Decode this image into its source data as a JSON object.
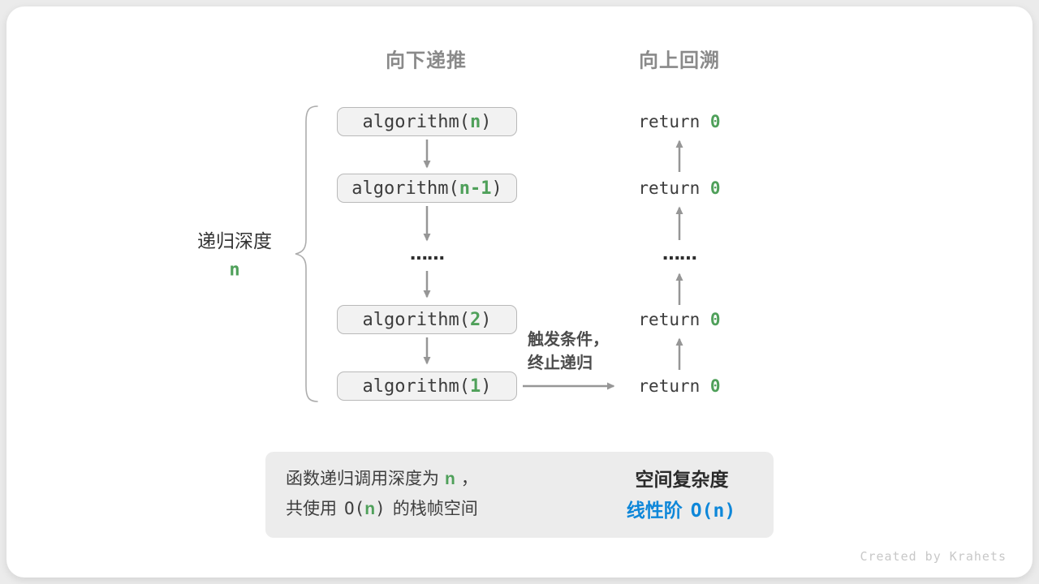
{
  "headers": {
    "down": "向下递推",
    "up": "向上回溯"
  },
  "depth_label": {
    "text": "递归深度",
    "var": "n"
  },
  "left_column": [
    {
      "prefix": "algorithm(",
      "arg": "n",
      "suffix": ")"
    },
    {
      "prefix": "algorithm(",
      "arg": "n-1",
      "suffix": ")"
    },
    {
      "dots": "⋯⋯"
    },
    {
      "prefix": "algorithm(",
      "arg": "2",
      "suffix": ")"
    },
    {
      "prefix": "algorithm(",
      "arg": "1",
      "suffix": ")"
    }
  ],
  "right_column": [
    {
      "keyword": "return",
      "value": "0"
    },
    {
      "keyword": "return",
      "value": "0"
    },
    {
      "dots": "⋯⋯"
    },
    {
      "keyword": "return",
      "value": "0"
    },
    {
      "keyword": "return",
      "value": "0"
    }
  ],
  "base_case_note": {
    "line1": "触发条件，",
    "line2": "终止递归"
  },
  "summary": {
    "left_line1": {
      "pre": "函数递归调用深度为",
      "var": "n",
      "post": "，"
    },
    "left_line2": {
      "pre": "共使用",
      "o_open": "O(",
      "var": "n",
      "o_close": ")",
      "post": "的栈帧空间"
    },
    "right_title": "空间复杂度",
    "right_label": "线性阶",
    "right_big_o": "O(n)"
  },
  "footer": "Created by Krahets",
  "colors": {
    "green": "#4fa05a",
    "blue": "#0e87d9",
    "arrow": "#969696"
  }
}
